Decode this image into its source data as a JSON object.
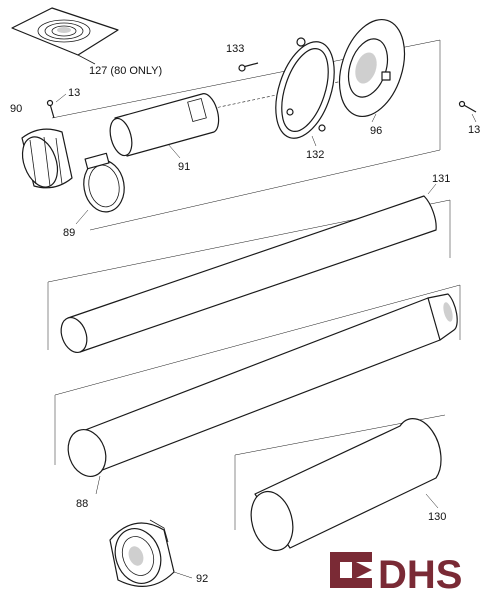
{
  "labels": {
    "p127": "127 (80 ONLY)",
    "p133": "133",
    "p13a": "13",
    "p90": "90",
    "p91": "91",
    "p132": "132",
    "p96": "96",
    "p13b": "13",
    "p89": "89",
    "p131": "131",
    "p88": "88",
    "p130": "130",
    "p92": "92"
  },
  "logo": {
    "text": "DHS",
    "color": "#7a2a35"
  }
}
